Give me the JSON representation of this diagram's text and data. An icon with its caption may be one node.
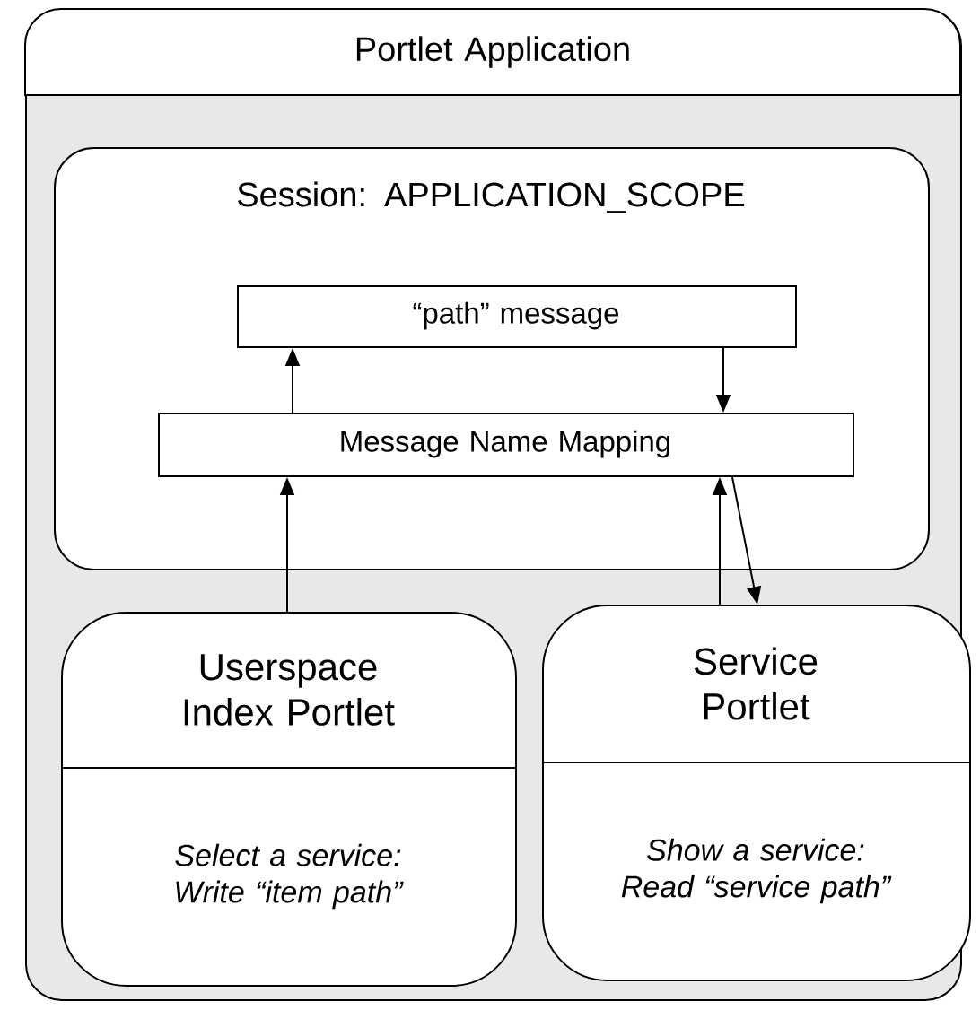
{
  "diagram": {
    "nodes": [
      {
        "text": [
          "Portlet Application"
        ]
      },
      {
        "text": [
          "Session: APPLICATION_SCOPE"
        ],
        "in": 0
      },
      {
        "text": [
          "“path” message"
        ],
        "in": 1
      },
      {
        "text": [
          "Message Name Mapping"
        ],
        "in": 1
      },
      {
        "text": [
          "Userspace Index Portlet",
          "Select a service: Write “item path”"
        ],
        "in": 0
      },
      {
        "text": [
          "Service Portlet",
          "Show a service: Read “service path”"
        ],
        "in": 0
      }
    ],
    "edges": [
      {
        "from": 3,
        "to": 2,
        "arrow": "to"
      },
      {
        "from": 2,
        "to": 3,
        "arrow": "to"
      },
      {
        "from": 4,
        "to": 3,
        "arrow": "to"
      },
      {
        "from": 5,
        "to": 3,
        "arrow": "to"
      },
      {
        "from": 3,
        "to": 5,
        "arrow": "to"
      }
    ]
  }
}
